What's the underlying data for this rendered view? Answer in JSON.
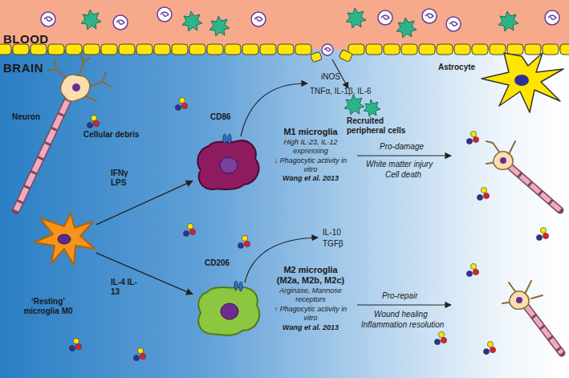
{
  "diagram": {
    "nodes": [
      {
        "text": [
          "‘Resting’ microglia M0"
        ]
      },
      {
        "text": [
          "CD86",
          "M1 microglia",
          "High IL-23, IL-12 expressing",
          "↓ Phagocytic activity in vitro",
          "Wang et al. 2013"
        ]
      },
      {
        "text": [
          "CD206",
          "M2 microglia (M2a, M2b, M2c)",
          "Arginase, Mannose receptors",
          "↑ Phagocytic activity in vitro",
          "Wang et al. 2013"
        ]
      }
    ],
    "edges": [
      {
        "from": 0,
        "to": 1,
        "arrow": "to",
        "label": "IFNγ LPS"
      },
      {
        "from": 0,
        "to": 2,
        "arrow": "to",
        "label": "IL-4 IL-13"
      }
    ],
    "labels": [
      "BLOOD",
      "BRAIN",
      "Neuron",
      "Cellular debris",
      "Recruited peripheral cells",
      "Astrocyte",
      "iNOS",
      "TNFα, IL-1β, IL-6",
      "IL-10",
      "TGFβ",
      "Pro-damage",
      "White matter injury",
      "Cell death",
      "Pro-repair",
      "Wound healing",
      "Inflammation resolution"
    ]
  }
}
